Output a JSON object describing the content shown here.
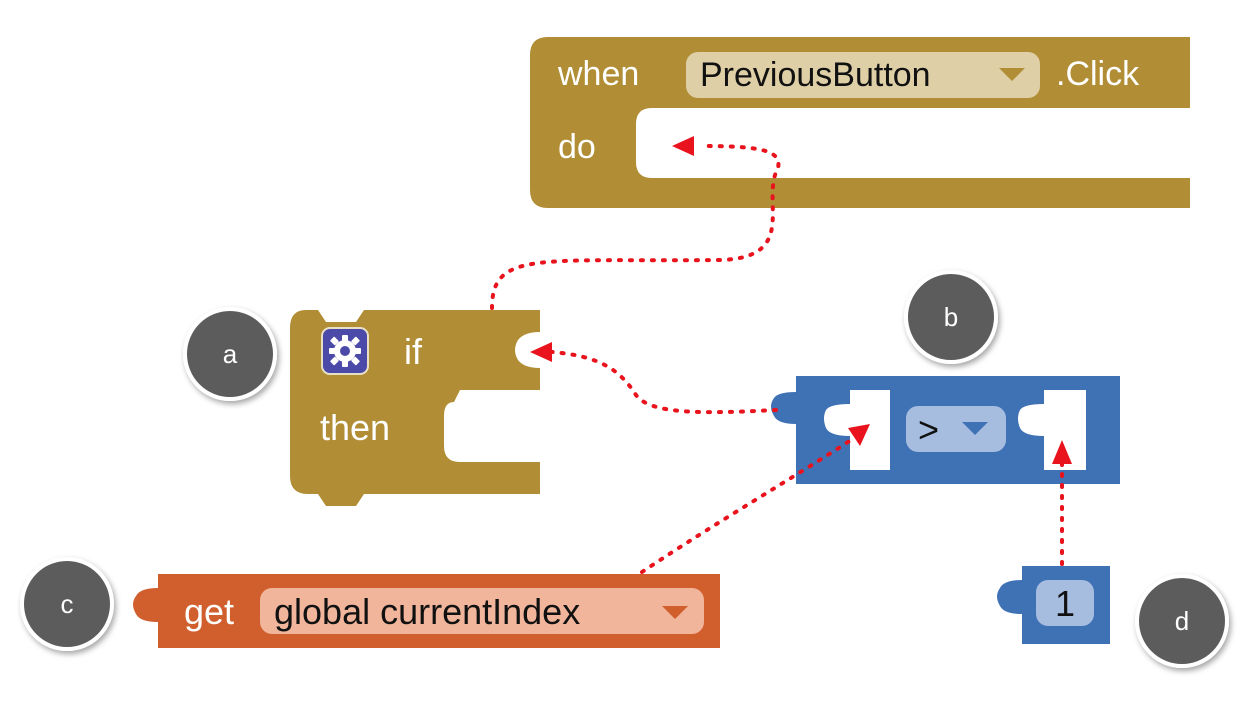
{
  "colors": {
    "control": "#b18e35",
    "control_dropdown": "#dfcfa6",
    "math": "#3f71b5",
    "math_dropdown": "#a6bde0",
    "variable": "#d05f2d",
    "variable_dropdown": "#f1b59c",
    "arrow": "#e8131c",
    "badge": "#5b5b5b",
    "gear_bg": "#4b4aa9"
  },
  "event_block": {
    "when_label": "when",
    "component_dropdown": "PreviousButton",
    "event_suffix": ".Click",
    "do_label": "do"
  },
  "if_block": {
    "if_label": "if",
    "then_label": "then",
    "mutator_icon": "gear-icon"
  },
  "compare_block": {
    "operator": ">"
  },
  "getter_block": {
    "get_label": "get",
    "variable_dropdown": "global currentIndex"
  },
  "number_block": {
    "value": "1"
  },
  "badges": {
    "a": "a",
    "b": "b",
    "c": "c",
    "d": "d"
  }
}
